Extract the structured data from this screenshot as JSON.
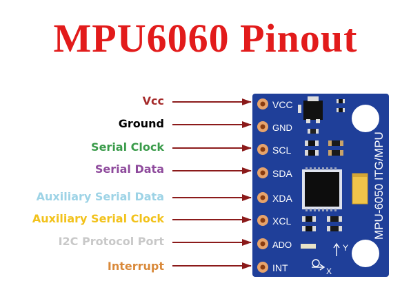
{
  "title": "MPU6060 Pinout",
  "pins": [
    {
      "label": "Vcc",
      "pin": "VCC",
      "color": "#a52a2a"
    },
    {
      "label": "Ground",
      "pin": "GND",
      "color": "#000000"
    },
    {
      "label": "Serial Clock",
      "pin": "SCL",
      "color": "#3a9b4a"
    },
    {
      "label": "Serial Data",
      "pin": "SDA",
      "color": "#8e4a9c"
    },
    {
      "label": "Auxiliary Serial Data",
      "pin": "XDA",
      "color": "#9dd3e6"
    },
    {
      "label": "Auxiliary Serial Clock",
      "pin": "XCL",
      "color": "#f2c21b"
    },
    {
      "label": "I2C Protocol Port",
      "pin": "ADO",
      "color": "#c8c8c8"
    },
    {
      "label": "Interrupt",
      "pin": "INT",
      "color": "#d9893a"
    }
  ],
  "board": {
    "name": "MPU-6050 ITG/MPU",
    "board_color": "#1f3f99",
    "arrow_color": "#8b1a1a",
    "axis_x": "X",
    "axis_y": "Y"
  }
}
